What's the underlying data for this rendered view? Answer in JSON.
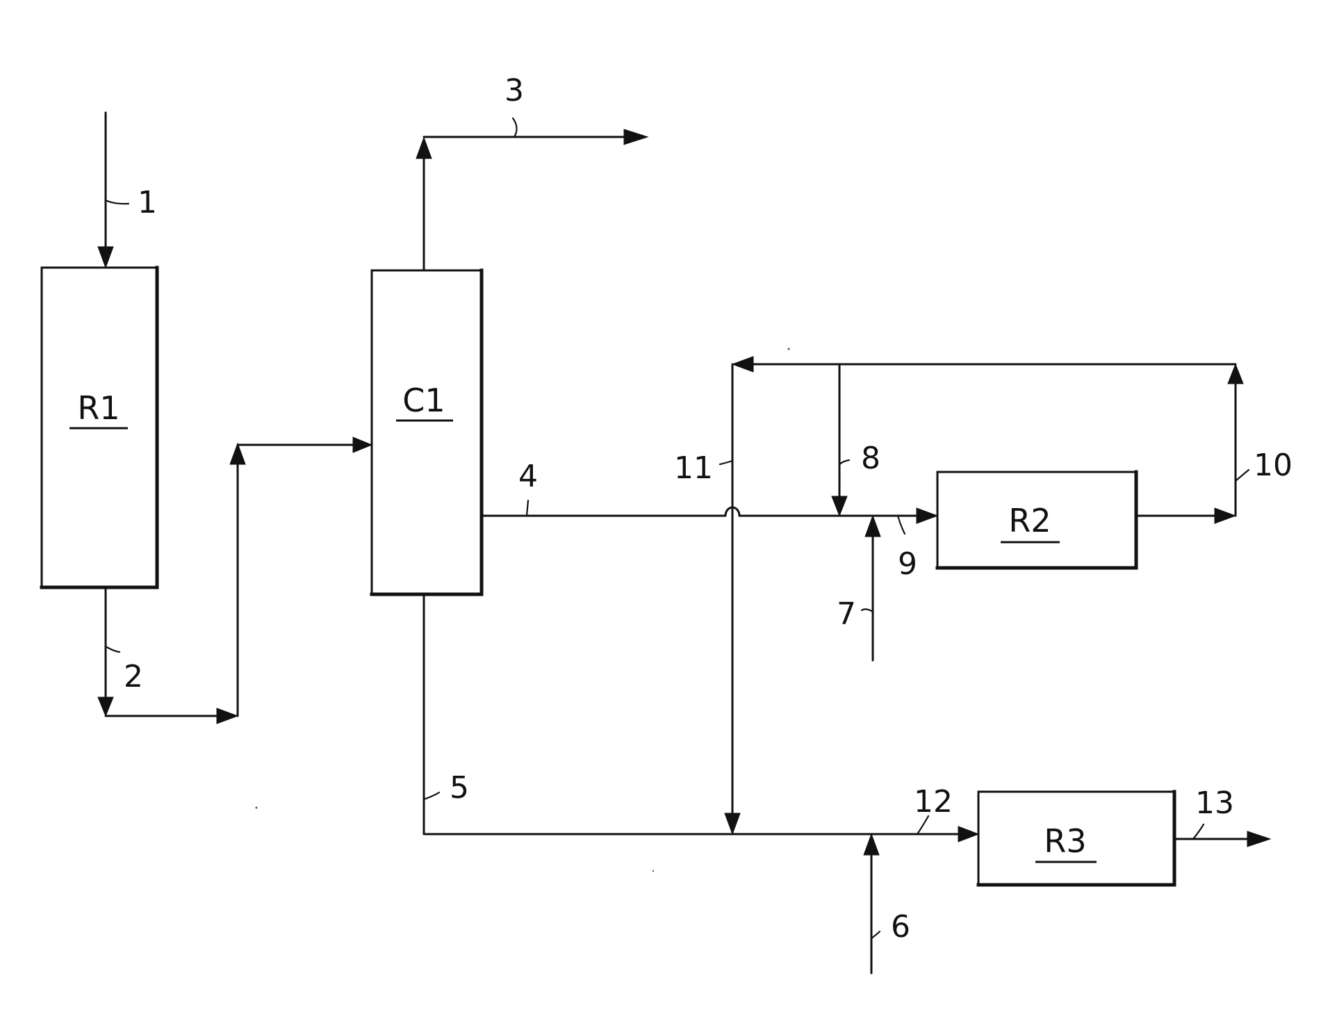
{
  "units": {
    "r1": "R1",
    "c1": "C1",
    "r2": "R2",
    "r3": "R3"
  },
  "streams": {
    "s1": "1",
    "s2": "2",
    "s3": "3",
    "s4": "4",
    "s5": "5",
    "s6": "6",
    "s7": "7",
    "s8": "8",
    "s9": "9",
    "s10": "10",
    "s11": "11",
    "s12": "12",
    "s13": "13"
  },
  "colors": {
    "ink": "#111111",
    "paper": "#ffffff"
  }
}
